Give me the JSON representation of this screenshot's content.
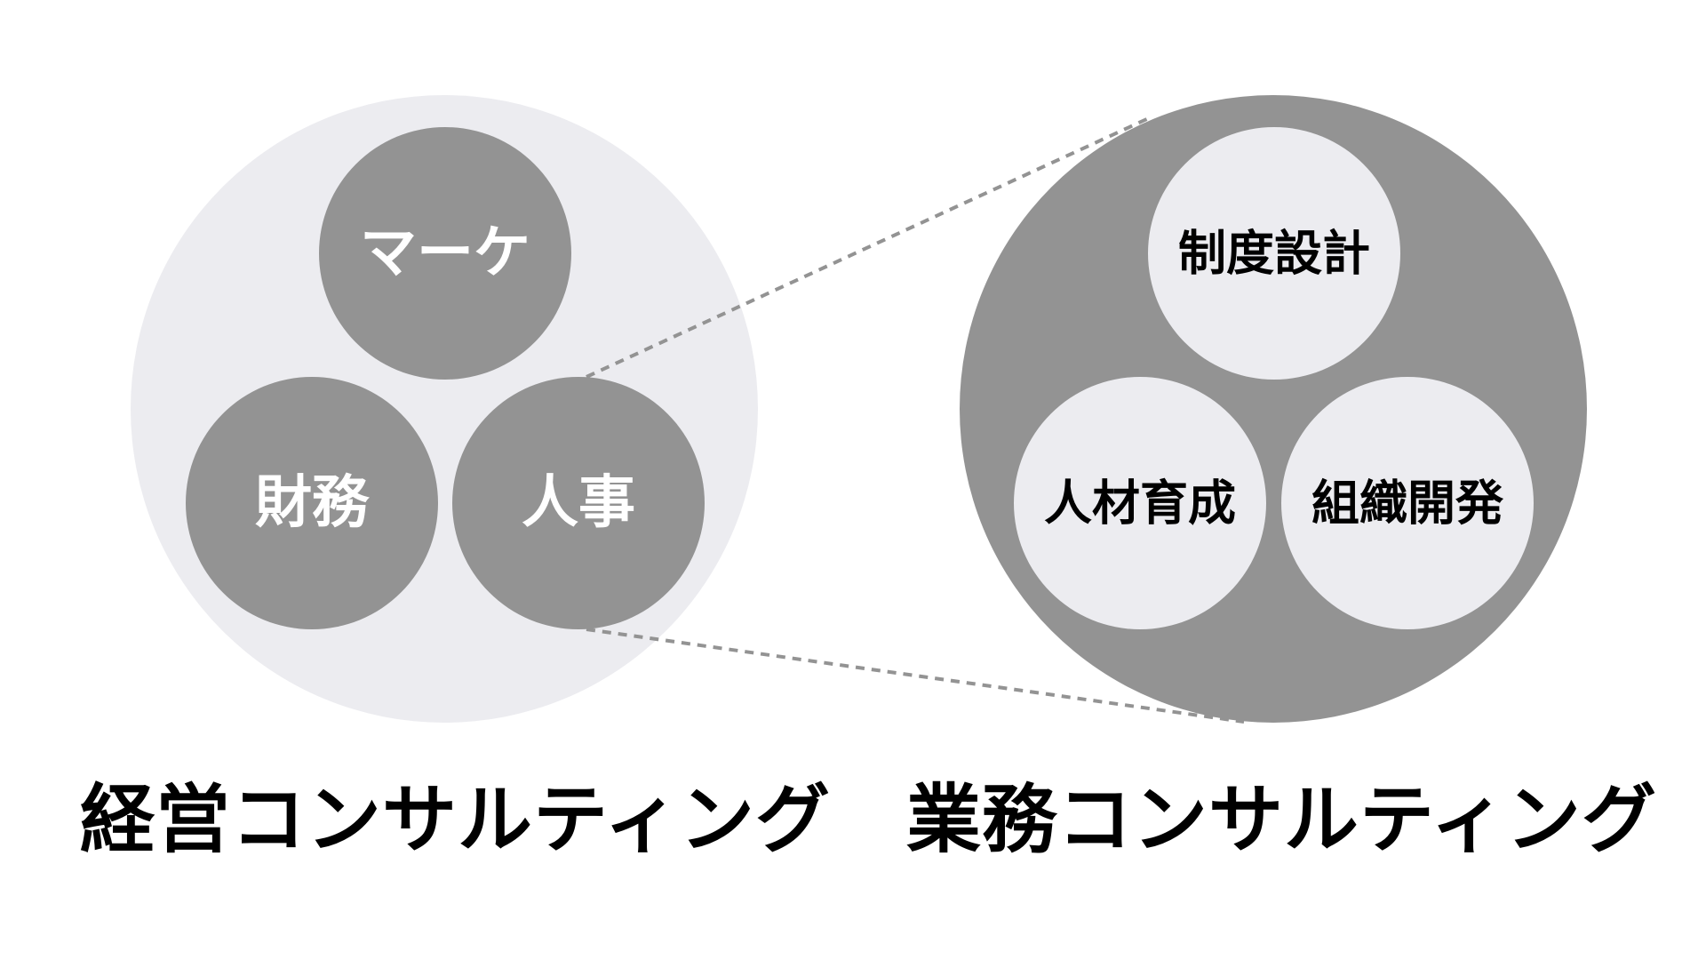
{
  "colors": {
    "light_fill": "#ececf0",
    "dark_fill": "#939393",
    "light_text": "#ffffff",
    "dark_text": "#000000",
    "connector": "#939393"
  },
  "left_group": {
    "caption": "経営コンサルティング",
    "inner": [
      {
        "label": "マーケ"
      },
      {
        "label": "財務"
      },
      {
        "label": "人事"
      }
    ]
  },
  "right_group": {
    "caption": "業務コンサルティング",
    "inner": [
      {
        "label": "制度設計"
      },
      {
        "label": "人材育成"
      },
      {
        "label": "組織開発"
      }
    ]
  },
  "zoom_connector": {
    "from": "人事",
    "to": "業務コンサルティング",
    "style": "dashed"
  }
}
